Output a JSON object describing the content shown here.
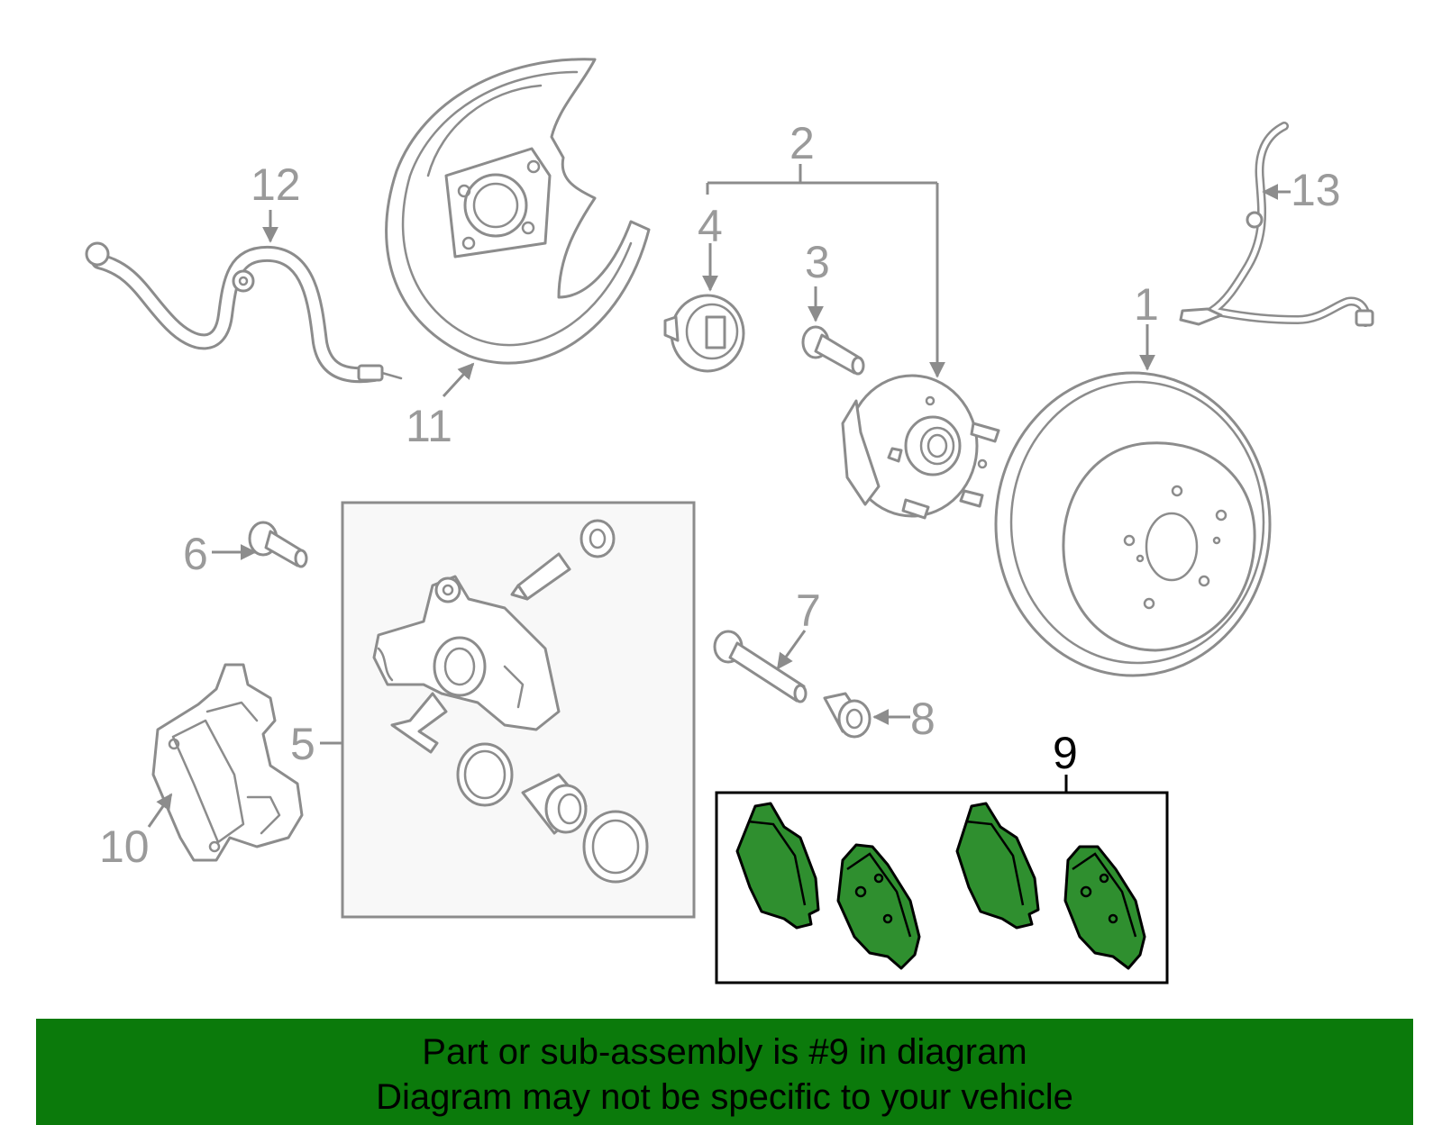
{
  "callouts": {
    "c1": "1",
    "c2": "2",
    "c3": "3",
    "c4": "4",
    "c5": "5",
    "c6": "6",
    "c7": "7",
    "c8": "8",
    "c9": "9",
    "c10": "10",
    "c11": "11",
    "c12": "12",
    "c13": "13"
  },
  "highlighted_callout": "9",
  "banner": {
    "line1": "Part or sub-assembly is #9 in diagram",
    "line2": "Diagram may not be specific to your vehicle"
  },
  "colors": {
    "banner_background": "#0b7a0b",
    "highlight_fill": "#2f8f2f",
    "line_art": "#8c8c8c"
  }
}
